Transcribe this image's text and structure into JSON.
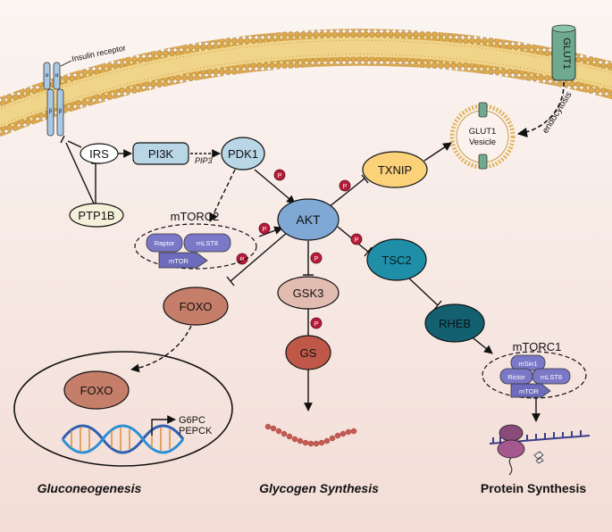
{
  "membrane": {
    "insulin_receptor_label": "Insulin receptor",
    "receptor_subunits": [
      "α",
      "α",
      "β",
      "β"
    ],
    "glut1_label": "GLUT1",
    "endocytosis_label": "endocytosis",
    "vesicle_label_line1": "GLUT1",
    "vesicle_label_line2": "Vesicle"
  },
  "nodes": {
    "irs": "IRS",
    "pi3k": "PI3K",
    "pip3": "PIP3",
    "pdk1": "PDK1",
    "ptp1b": "PTP1B",
    "akt": "AKT",
    "txnip": "TXNIP",
    "tsc2": "TSC2",
    "rheb": "RHEB",
    "foxo": "FOXO",
    "gsk3": "GSK3",
    "gs": "GS",
    "foxo_nuclear": "FOXO"
  },
  "complexes": {
    "mtorc2": {
      "title": "mTORC2",
      "raptor": "Raptor",
      "mlst8": "mLST8",
      "mtor": "mTOR"
    },
    "mtorc1": {
      "title": "mTORC1",
      "msin1": "mSin1",
      "rictor": "Rictor",
      "mlst8": "mLST8",
      "mtor": "mTOR"
    }
  },
  "phospho_label": "P",
  "genes": {
    "g6pc": "G6PC",
    "pepck": "PEPCK"
  },
  "footers": {
    "gluconeogenesis": "Gluconeogenesis",
    "glycogen": "Glycogen Synthesis",
    "protein": "Protein Synthesis"
  },
  "colors": {
    "akt": "#7fa8d4",
    "pi3k_pdk1": "#b8d6e6",
    "ptp1b": "#f4f0d9",
    "txnip": "#fbd17a",
    "tsc2": "#1f8fa8",
    "rheb": "#136071",
    "foxo": "#c47e6a",
    "gsk3": "#e3bcb1",
    "gs": "#c0584a",
    "phospho": "#b71c3a",
    "complex": "#7a78c7",
    "membrane_head": "#d9a54a",
    "glycogen_bead": "#c55a52"
  }
}
